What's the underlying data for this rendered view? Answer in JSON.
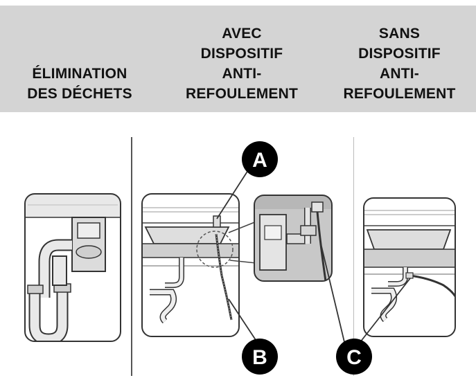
{
  "header": {
    "col1": [
      "ÉLIMINATION",
      "DES DÉCHETS"
    ],
    "col2": [
      "AVEC",
      "DISPOSITIF",
      "ANTI-",
      "REFOULEMENT"
    ],
    "col3": [
      "SANS",
      "DISPOSITIF",
      "ANTI-",
      "REFOULEMENT"
    ]
  },
  "callouts": {
    "a": "A",
    "b": "B",
    "c": "C"
  },
  "colors": {
    "header_bg": "#d4d4d4",
    "callout_fill": "#000000",
    "line": "#333333"
  }
}
